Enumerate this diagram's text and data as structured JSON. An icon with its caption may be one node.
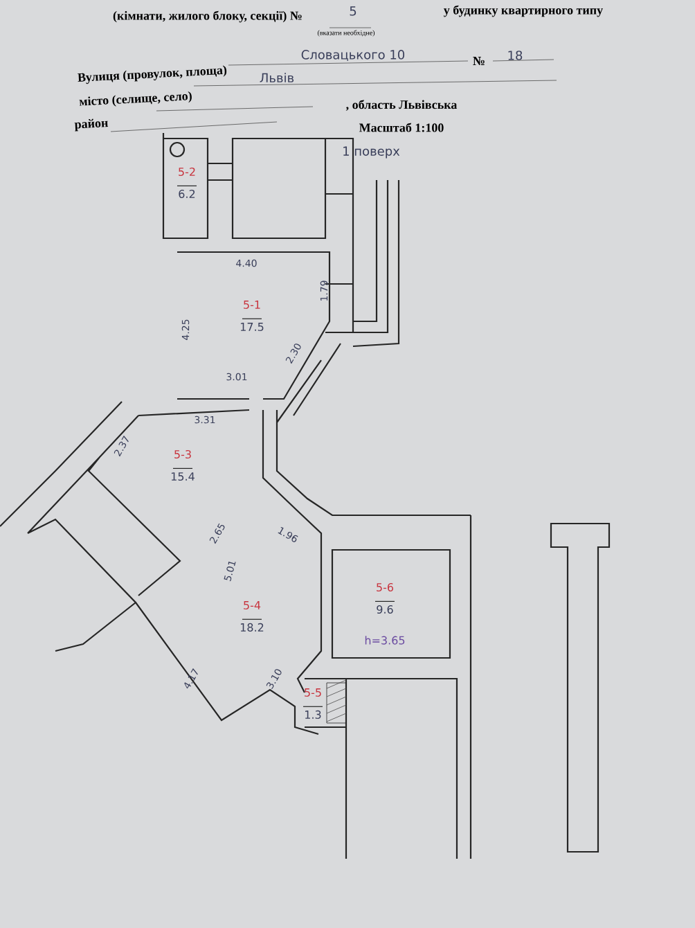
{
  "diagram": {
    "nodes": [
      {
        "text": [
          "5-2",
          "6.2"
        ]
      },
      {
        "text": [
          "5-1",
          "17.5"
        ]
      },
      {
        "text": [
          "5-3",
          "15.4"
        ]
      },
      {
        "text": [
          "5-4",
          "18.2"
        ]
      },
      {
        "text": [
          "5-6",
          "9.6"
        ],
        "beside": [
          "h=3.65"
        ]
      },
      {
        "text": [
          "5-5",
          "1.3"
        ]
      }
    ],
    "labels": [
      "(кімнати, жилого блоку, секції) №",
      "5",
      "у будинку квартирного типу",
      "(вказати необхідне)",
      "Вулиця (провулок, площа)",
      "Словацького 10",
      "№",
      "18",
      "місто (селище, село)",
      "Львів",
      ", область Львівська",
      "район",
      "Масштаб 1:100",
      "1 поверх",
      "4.40",
      "1.79",
      "4.25",
      "2.30",
      "3.01",
      "3.31",
      "2.37",
      "2.65",
      "1.96",
      "5.01",
      "4.17",
      "3.10"
    ]
  }
}
